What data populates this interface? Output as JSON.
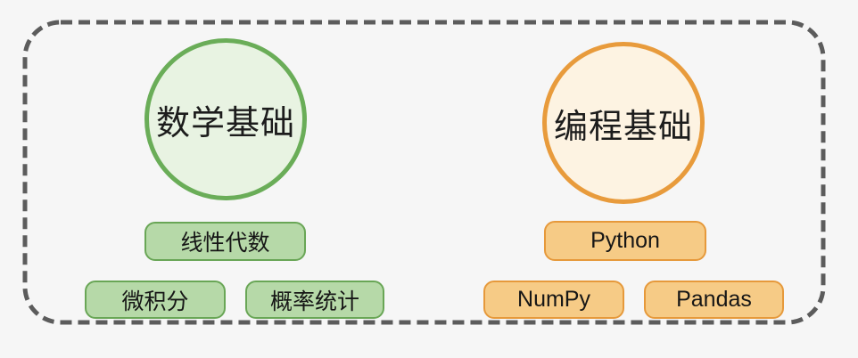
{
  "canvas": {
    "background_color": "#f6f6f6",
    "frame_color": "#5c5c5c"
  },
  "groups": [
    {
      "id": "math-fundamentals",
      "title": "数学基础",
      "circle_fill": "#e8f3e2",
      "circle_border": "#6aad58",
      "pill_fill": "#b6d9a8",
      "pill_border": "#69a656",
      "pills": [
        "线性代数",
        "微积分",
        "概率统计"
      ]
    },
    {
      "id": "programming-fundamentals",
      "title": "编程基础",
      "circle_fill": "#fdf3e2",
      "circle_border": "#e89b3c",
      "pill_fill": "#f6cb86",
      "pill_border": "#e6993b",
      "pills": [
        "Python",
        "NumPy",
        "Pandas"
      ]
    }
  ]
}
